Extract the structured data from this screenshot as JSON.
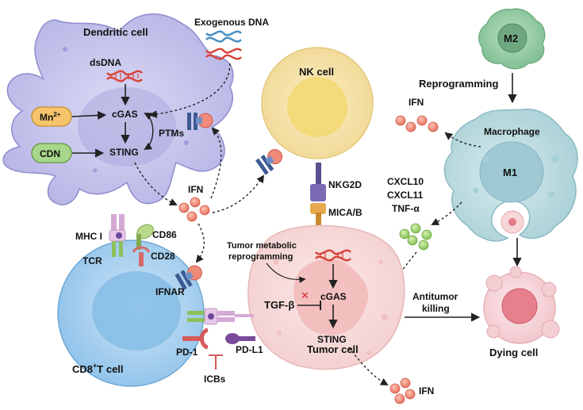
{
  "diagram": {
    "dendritic": {
      "title": "Dendritic cell",
      "dsdna": "dsDNA",
      "cgas": "cGAS",
      "sting": "STING",
      "ptms": "PTMs",
      "mn": "Mn",
      "mn_sup": "2+",
      "cdn": "CDN"
    },
    "exogenous_dna": "Exogenous DNA",
    "nk": {
      "title": "NK cell",
      "nkg2d": "NKG2D",
      "mica": "MICA/B"
    },
    "ifn_center": "IFN",
    "ifn_macrophage": "IFN",
    "ifn_bottom": "IFN",
    "m2": "M2",
    "reprogramming": "Reprogramming",
    "macrophage": {
      "title": "Macrophage",
      "m1": "M1"
    },
    "cytokines": [
      "CXCL10",
      "CXCL11",
      "TNF-α"
    ],
    "tcell": {
      "mhc": "MHC I",
      "cd86": "CD86",
      "tcr": "TCR",
      "cd28": "CD28",
      "ifnar": "IFNAR",
      "title_pre": "CD8",
      "title_sup": "+",
      "title_post": "T cell",
      "pd1": "PD-1",
      "icbs": "ICBs"
    },
    "tumor": {
      "metabolic": [
        "Tumor metabolic",
        "reprogramming"
      ],
      "tgfb": "TGF-β",
      "cgas": "cGAS",
      "sting": "STING",
      "pdl1": "PD-L1",
      "title": "Tumor cell"
    },
    "antitumor": [
      "Antitumor",
      "killing"
    ],
    "dying": "Dying cell",
    "colors": {
      "dendritic_fill": "#c9c8ec",
      "nk_fill": "#f6e2a9",
      "tumor_fill": "#f8dcdc",
      "tcell_fill": "#a9d0ee",
      "macrophage_fill": "#bcdce0",
      "m2_fill": "#8fcaa0",
      "ifn_dot": "#ef8a7a",
      "cytokine_dot": "#9ccf6b",
      "dna_red": "#d9473d",
      "dna_blue": "#4a8fc4",
      "mn_pill": "#f5c46b",
      "cdn_pill": "#a8d68a"
    }
  }
}
